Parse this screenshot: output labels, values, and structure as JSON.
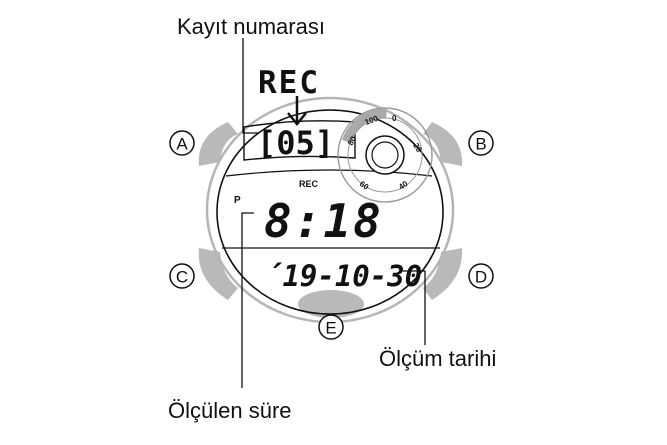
{
  "labels": {
    "record_number": "Kayıt numarası",
    "measured_time": "Ölçülen süre",
    "measurement_date": "Ölçüm tarihi"
  },
  "display": {
    "upper_mode": "REC",
    "record_index": "[05]",
    "small_rec": "REC",
    "pm_indicator": "P",
    "time": "8:18",
    "date": "´19-10-30"
  },
  "buttons": {
    "a": "A",
    "b": "B",
    "c": "C",
    "d": "D",
    "e": "E"
  },
  "bezel": {
    "marks": [
      "80",
      "100",
      "0",
      "20",
      "40",
      "60"
    ]
  },
  "colors": {
    "button_fill": "#b9b9b9",
    "case_stroke": "#b5b5b5",
    "ink": "#111111"
  }
}
